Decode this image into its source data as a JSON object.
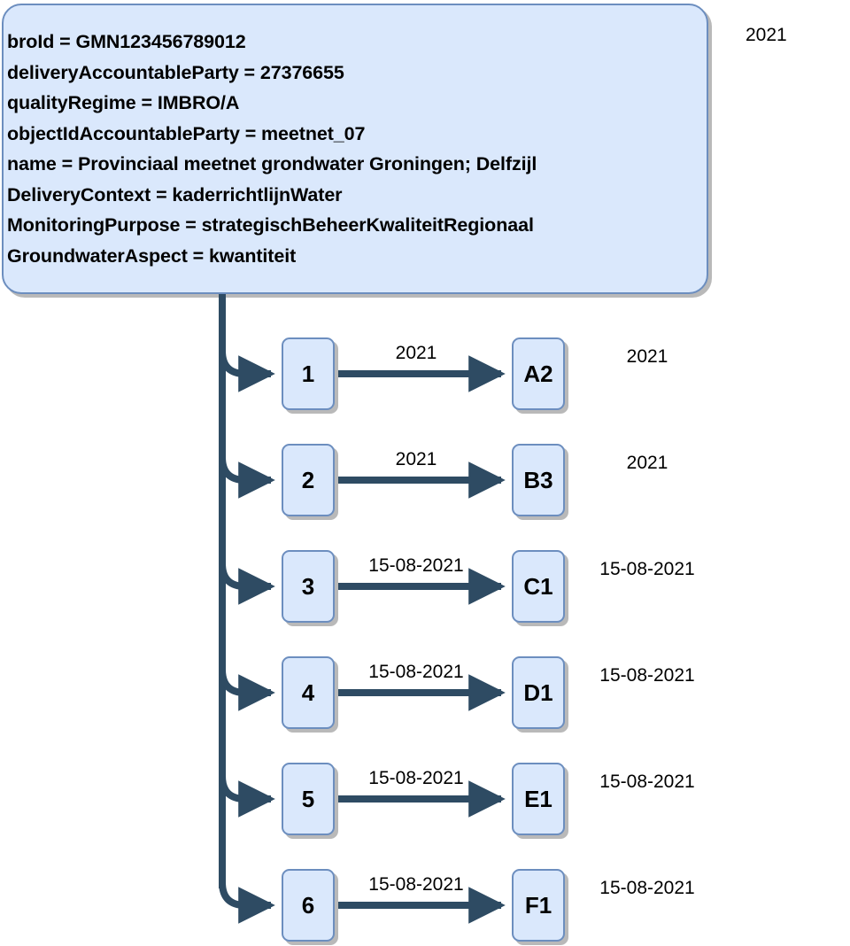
{
  "diagram": {
    "title": "Provinciaal meetnet grondwater Groningen; Delfzijl",
    "colors": {
      "node_fill": "#dae8fc",
      "node_stroke": "#6c8ebf",
      "connector": "#2e4b63",
      "shadow": "#b9b9b9",
      "text": "#000000",
      "background": "#ffffff"
    },
    "corner_label": "2021",
    "info_box": {
      "lines": [
        "broId = GMN123456789012",
        "deliveryAccountableParty = 27376655",
        "qualityRegime = IMBRO/A",
        "objectIdAccountableParty = meetnet_07",
        "name = Provinciaal meetnet grondwater Groningen; Delfzijl",
        "DeliveryContext = kaderrichtlijnWater",
        "MonitoringPurpose = strategischBeheerKwaliteitRegionaal",
        "GroundwaterAspect = kwantiteit"
      ]
    },
    "rows": [
      {
        "source": "1",
        "edge_label": "2021",
        "target": "A2",
        "side_label": "2021"
      },
      {
        "source": "2",
        "edge_label": "2021",
        "target": "B3",
        "side_label": "2021"
      },
      {
        "source": "3",
        "edge_label": "15-08-2021",
        "target": "C1",
        "side_label": "15-08-2021"
      },
      {
        "source": "4",
        "edge_label": "15-08-2021",
        "target": "D1",
        "side_label": "15-08-2021"
      },
      {
        "source": "5",
        "edge_label": "15-08-2021",
        "target": "E1",
        "side_label": "15-08-2021"
      },
      {
        "source": "6",
        "edge_label": "15-08-2021",
        "target": "F1",
        "side_label": "15-08-2021"
      }
    ]
  }
}
